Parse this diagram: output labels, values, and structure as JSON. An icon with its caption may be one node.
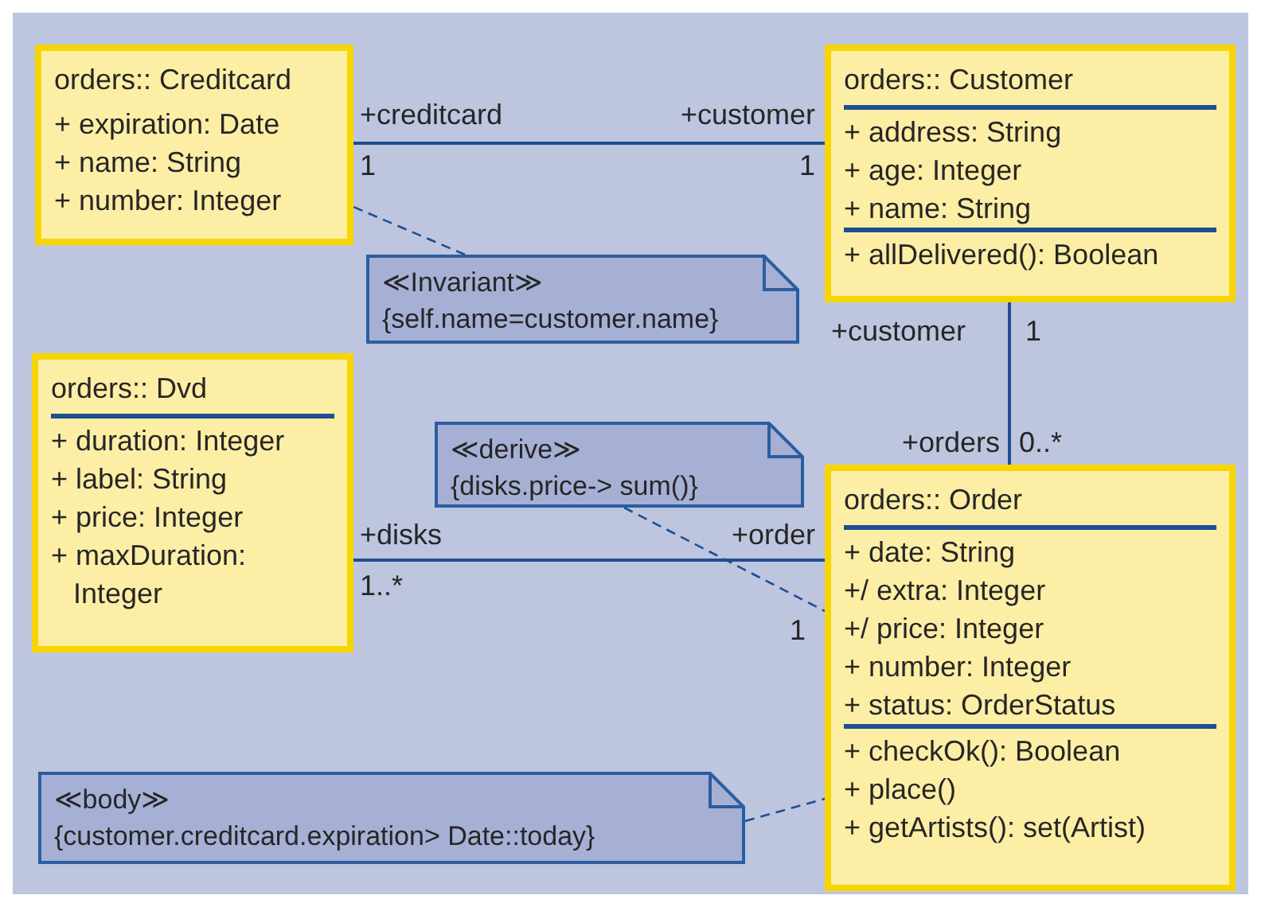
{
  "diagram": {
    "nodes": [
      {
        "text": [
          "orders:: Creditcard",
          "+ expiration: Date",
          "+ name: String",
          "+ number: Integer"
        ]
      },
      {
        "text": [
          "orders:: Customer",
          "+ address: String",
          "+ age: Integer",
          "+ name: String",
          "+ allDelivered(): Boolean"
        ]
      },
      {
        "text": [
          "≪Invariant≫",
          "{self.name=customer.name}"
        ]
      },
      {
        "text": [
          "orders:: Dvd",
          "+ duration: Integer",
          "+ label: String",
          "+ price: Integer",
          "+ maxDuration: Integer"
        ]
      },
      {
        "text": [
          "≪derive≫",
          "{disks.price-> sum()}"
        ]
      },
      {
        "text": [
          "orders:: Order",
          "+ date: String",
          "+/ extra: Integer",
          "+/ price: Integer",
          "+ number: Integer",
          "+ status: OrderStatus",
          "+ checkOk(): Boolean",
          "+ place()",
          "+ getArtists(): set(Artist)"
        ]
      },
      {
        "text": [
          "≪body≫",
          "{customer.creditcard.expiration> Date::today}"
        ]
      }
    ],
    "edges": [
      {
        "from": 0,
        "to": 1,
        "arrow": "none"
      },
      {
        "from": 1,
        "to": 5,
        "arrow": "none"
      },
      {
        "from": 3,
        "to": 5,
        "arrow": "none"
      },
      {
        "from": 2,
        "to": 0,
        "arrow": "none",
        "style": "dashed"
      },
      {
        "from": 4,
        "to": 5,
        "arrow": "none",
        "style": "dashed"
      },
      {
        "from": 6,
        "to": 5,
        "arrow": "none",
        "style": "dashed"
      }
    ],
    "labels": [
      "+creditcard",
      "+customer",
      "1",
      "1",
      "+customer",
      "1",
      "+orders",
      "0..*",
      "+disks",
      "+order",
      "1..*",
      "1"
    ]
  }
}
